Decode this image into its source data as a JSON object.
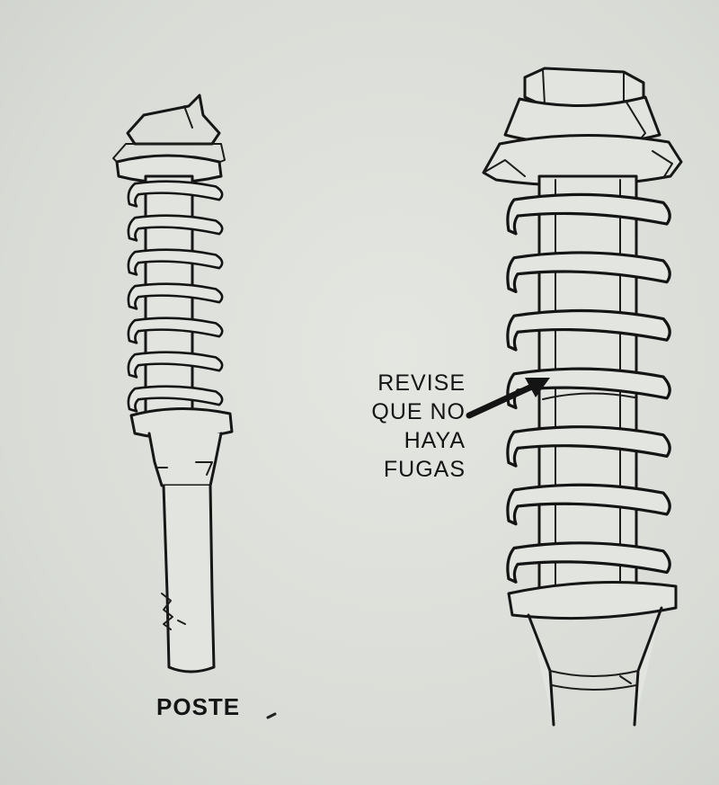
{
  "figure": {
    "callout": {
      "lines": [
        "REVISE",
        "QUE NO",
        "HAYA",
        "FUGAS"
      ]
    },
    "caption": "POSTE"
  },
  "colors": {
    "paper": "#dcdfd9",
    "ink": "#161616"
  }
}
